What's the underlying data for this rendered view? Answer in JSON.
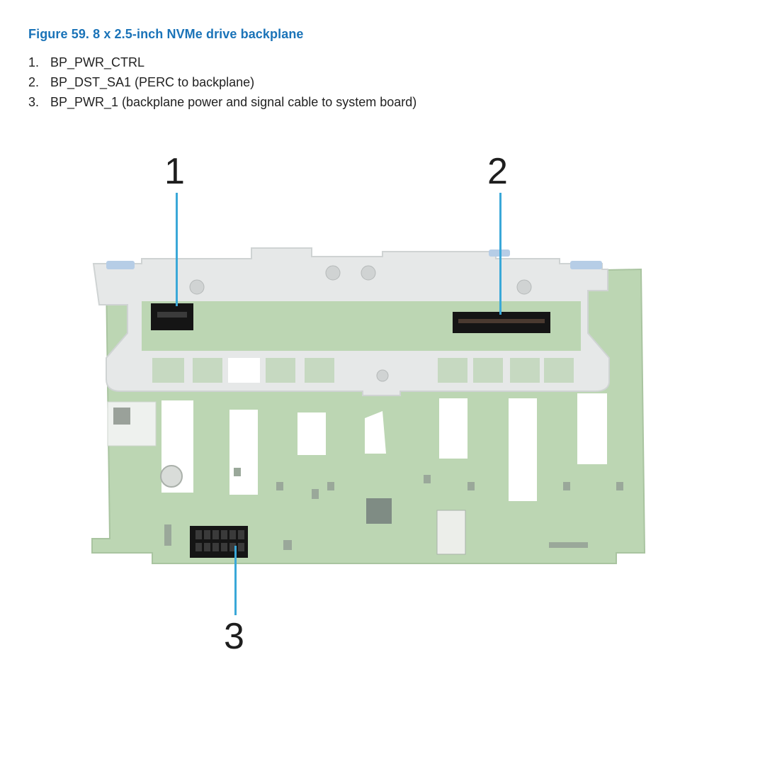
{
  "figure": {
    "title": "Figure 59. 8 x 2.5-inch NVMe drive backplane",
    "items": [
      {
        "num": "1.",
        "label": "BP_PWR_CTRL"
      },
      {
        "num": "2.",
        "label": "BP_DST_SA1 (PERC to backplane)"
      },
      {
        "num": "3.",
        "label": "BP_PWR_1 (backplane power and signal cable to system board)"
      }
    ],
    "callouts": [
      "1",
      "2",
      "3"
    ],
    "colors": {
      "title": "#1a73b8",
      "callout_line": "#3aa8d8",
      "pcb": "#b9d3b0",
      "bracket": "#e4e6e6",
      "connector": "#141414"
    }
  }
}
